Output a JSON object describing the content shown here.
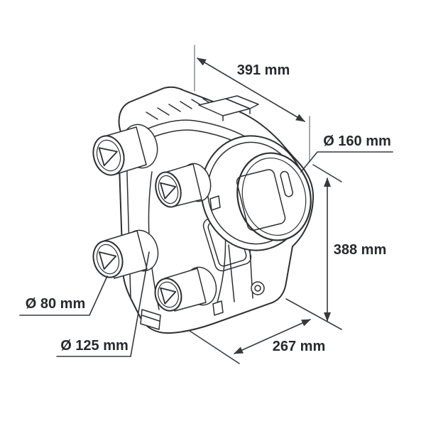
{
  "page": {
    "background": "#ffffff"
  },
  "diagram": {
    "kind": "isometric technical dimension drawing",
    "subject": "ventilation distribution unit with round duct connectors",
    "units": "mm",
    "line_color": "#2d2f31",
    "dimension_line_color": "#35383c",
    "extension_line_color": "#9aa0a3",
    "label_color": "#26292d"
  },
  "labels": {
    "width": "391 mm",
    "large_port_diameter": "Ø 160 mm",
    "height": "388 mm",
    "depth": "267 mm",
    "small_port_diameter": "Ø 80 mm",
    "medium_port_diameter": "Ø 125 mm"
  }
}
